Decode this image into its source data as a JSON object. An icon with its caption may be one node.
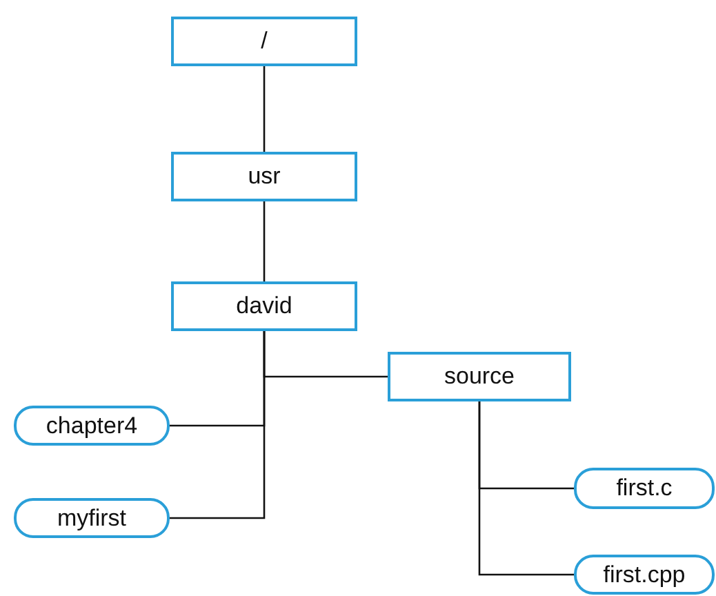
{
  "diagram": {
    "nodes": [
      {
        "text": [
          "/"
        ]
      },
      {
        "text": [
          "usr"
        ]
      },
      {
        "text": [
          "david"
        ]
      },
      {
        "text": [
          "source"
        ]
      },
      {
        "text": [
          "chapter4"
        ]
      },
      {
        "text": [
          "myfirst"
        ]
      },
      {
        "text": [
          "first.c"
        ]
      },
      {
        "text": [
          "first.cpp"
        ]
      }
    ],
    "edges": [
      {
        "from": 0,
        "to": 1,
        "arrow": "none"
      },
      {
        "from": 1,
        "to": 2,
        "arrow": "none"
      },
      {
        "from": 2,
        "to": 3,
        "arrow": "none"
      },
      {
        "from": 2,
        "to": 4,
        "arrow": "none"
      },
      {
        "from": 2,
        "to": 5,
        "arrow": "none"
      },
      {
        "from": 3,
        "to": 6,
        "arrow": "none"
      },
      {
        "from": 3,
        "to": 7,
        "arrow": "none"
      }
    ]
  }
}
